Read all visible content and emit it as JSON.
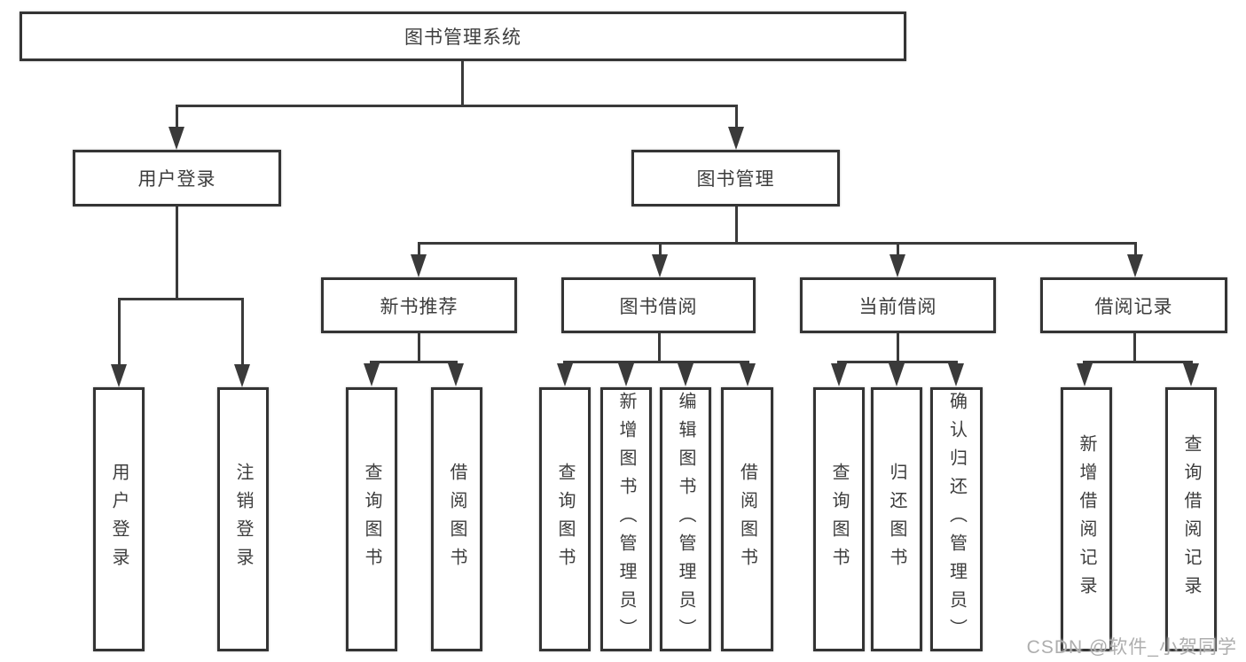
{
  "diagram": {
    "root": {
      "label": "图书管理系统"
    },
    "branches": [
      {
        "label": "用户登录",
        "children": [
          {
            "label": "用户登录"
          },
          {
            "label": "注销登录"
          }
        ]
      },
      {
        "label": "图书管理",
        "children": [
          {
            "label": "新书推荐",
            "children": [
              {
                "label": "查询图书"
              },
              {
                "label": "借阅图书"
              }
            ]
          },
          {
            "label": "图书借阅",
            "children": [
              {
                "label": "查询图书"
              },
              {
                "label": "新增图书（管理员）"
              },
              {
                "label": "编辑图书（管理员）"
              },
              {
                "label": "借阅图书"
              }
            ]
          },
          {
            "label": "当前借阅",
            "children": [
              {
                "label": "查询图书"
              },
              {
                "label": "归还图书"
              },
              {
                "label": "确认归还（管理员）"
              }
            ]
          },
          {
            "label": "借阅记录",
            "children": [
              {
                "label": "新增借阅记录"
              },
              {
                "label": "查询借阅记录"
              }
            ]
          }
        ]
      }
    ]
  },
  "watermark": {
    "text": "CSDN @软件_小贺同学"
  },
  "colors": {
    "line": "#3a3a3a",
    "box_border": "#343434",
    "text": "#3d3d3d",
    "background": "#ffffff",
    "watermark": "#aeaeae"
  }
}
